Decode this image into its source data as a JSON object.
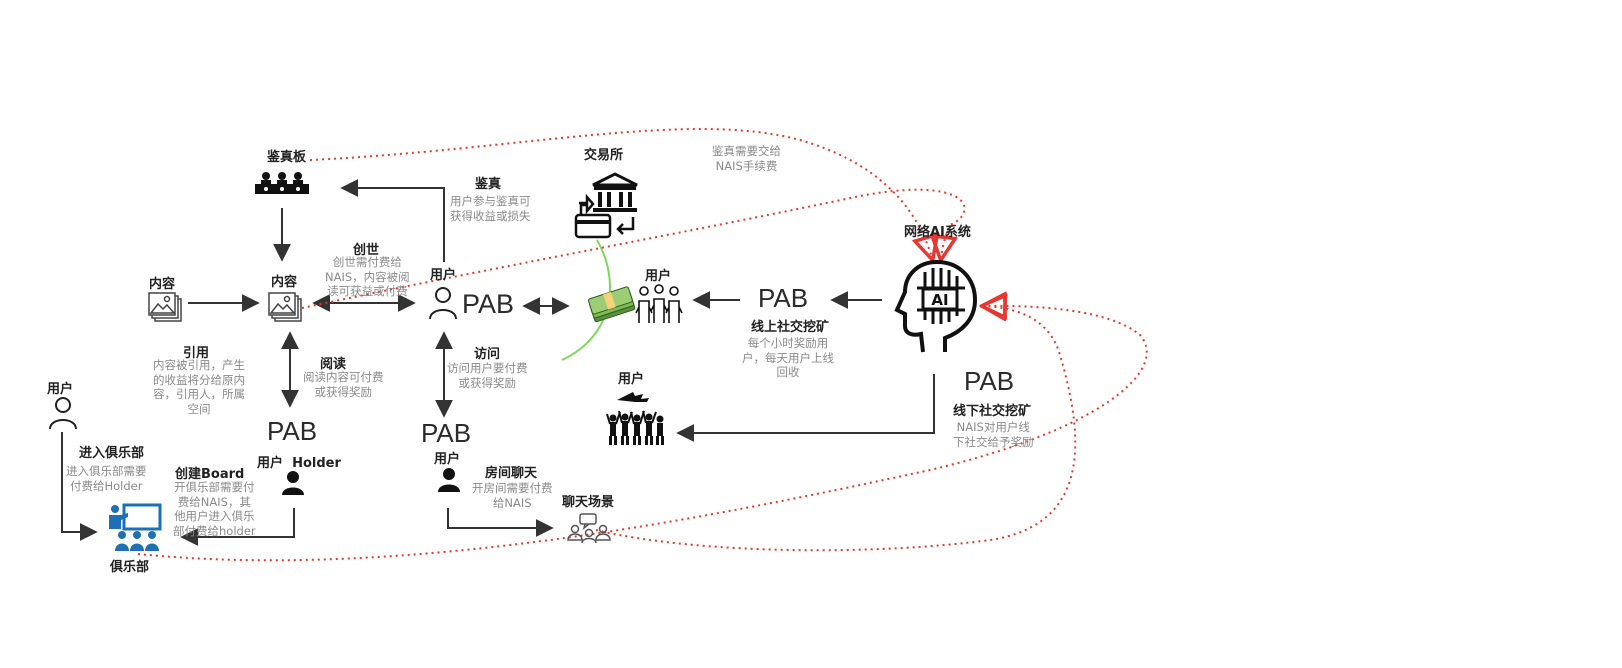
{
  "nodes": {
    "jianzhenban": "鉴真板",
    "jiaoyisuo": "交易所",
    "wangluo_ai": "网络AI系统",
    "neirong_src": "内容",
    "neirong": "内容",
    "yonghu_top": "用户",
    "yonghu_pool": "用户",
    "yonghu_offline": "用户",
    "yonghu_left": "用户",
    "yonghu_holder": "用户",
    "holder": "Holder",
    "yonghu_room": "用户",
    "julebu": "俱乐部",
    "liaotian_changjing": "聊天场景"
  },
  "pab": {
    "center": "PAB",
    "online": "PAB",
    "offline": "PAB",
    "holder": "PAB",
    "room": "PAB"
  },
  "labels": {
    "jianzhen_title": "鉴真",
    "jianzhen_desc": [
      "用户参与鉴真可",
      "获得收益或损失"
    ],
    "jianzhen_fee": [
      "鉴真需要交给",
      "NAIS手续费"
    ],
    "chuangshi_title": "创世",
    "chuangshi_desc": [
      "创世需付费给",
      "NAIS，内容被阅",
      "读可获益或付费"
    ],
    "yinyong_title": "引用",
    "yinyong_desc": [
      "内容被引用，产生",
      "的收益将分给原内",
      "容，引用人，所属",
      "空间"
    ],
    "yuedu_title": "阅读",
    "yuedu_desc": [
      "阅读内容可付费",
      "或获得奖励"
    ],
    "fangwen_title": "访问",
    "fangwen_desc": [
      "访问用户要付费",
      "或获得奖励"
    ],
    "online_title": "线上社交挖矿",
    "online_desc": [
      "每个小时奖励用",
      "户，每天用户上线",
      "回收"
    ],
    "offline_title": "线下社交挖矿",
    "offline_desc": [
      "NAIS对用户线",
      "下社交给予奖励"
    ],
    "club_enter_title": "进入俱乐部",
    "club_enter_desc": [
      "进入俱乐部需要",
      "付费给Holder"
    ],
    "create_board_title": "创建Board",
    "create_board_desc": [
      "开俱乐部需要付",
      "费给NAIS，其",
      "他用户进入俱乐",
      "部付费给holder"
    ],
    "room_chat_title": "房间聊天",
    "room_chat_desc": [
      "开房间需要付费",
      "给NAIS"
    ]
  },
  "colors": {
    "arrow": "#333333",
    "dotted": "#e8372f",
    "green": "#7fd85a",
    "club_blue": "#1f6fb5",
    "text_gray": "#8a8a8a"
  },
  "icons": [
    "panel-icon",
    "bank-icon",
    "ai-head-icon",
    "content-stack-icon",
    "user-outline-icon",
    "money-crowd-icon",
    "dance-crowd-icon",
    "user-solid-icon",
    "club-meeting-icon",
    "chat-group-icon"
  ]
}
